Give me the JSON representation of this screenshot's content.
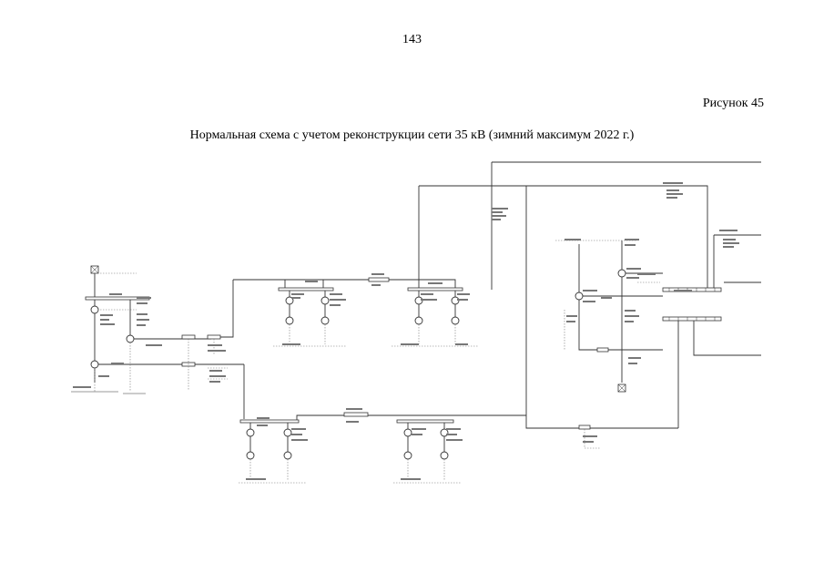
{
  "page": {
    "number": "143"
  },
  "figure": {
    "label": "Рисунок 45",
    "title": "Нормальная схема с учетом реконструкции сети 35 кВ (зимний максимум 2022 г.)"
  }
}
